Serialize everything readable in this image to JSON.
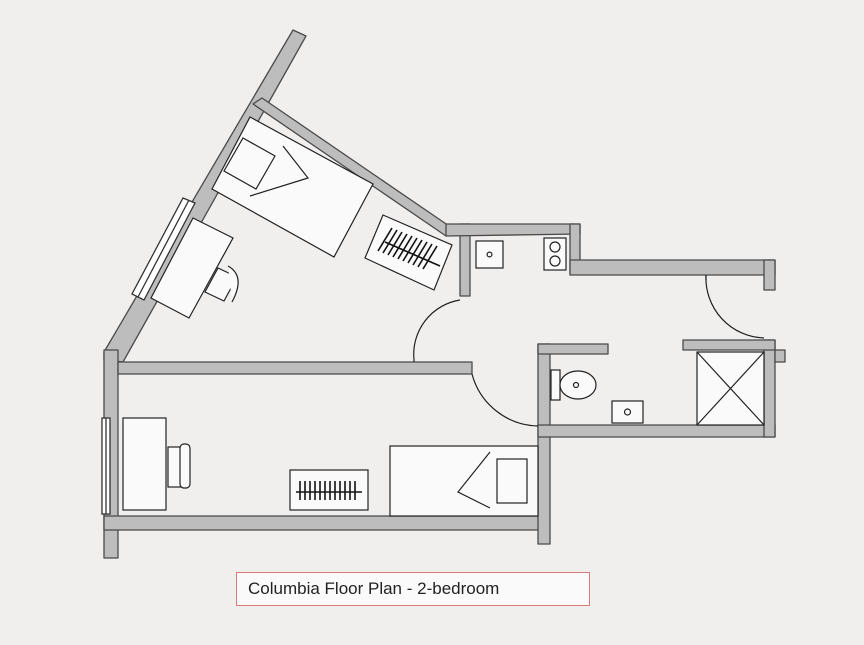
{
  "caption": "Columbia Floor Plan - 2-bedroom",
  "colors": {
    "background": "#f1eeee",
    "wall_fill": "#bdbdbd",
    "wall_stroke": "#4a4a4a",
    "line": "#333333",
    "caption_border": "#d97a7a"
  },
  "rooms": [
    "bedroom-1",
    "bedroom-2",
    "kitchenette",
    "bathroom",
    "hallway"
  ],
  "furniture": [
    "bed",
    "desk",
    "chair",
    "radiator",
    "sink",
    "stove",
    "toilet",
    "closet"
  ]
}
